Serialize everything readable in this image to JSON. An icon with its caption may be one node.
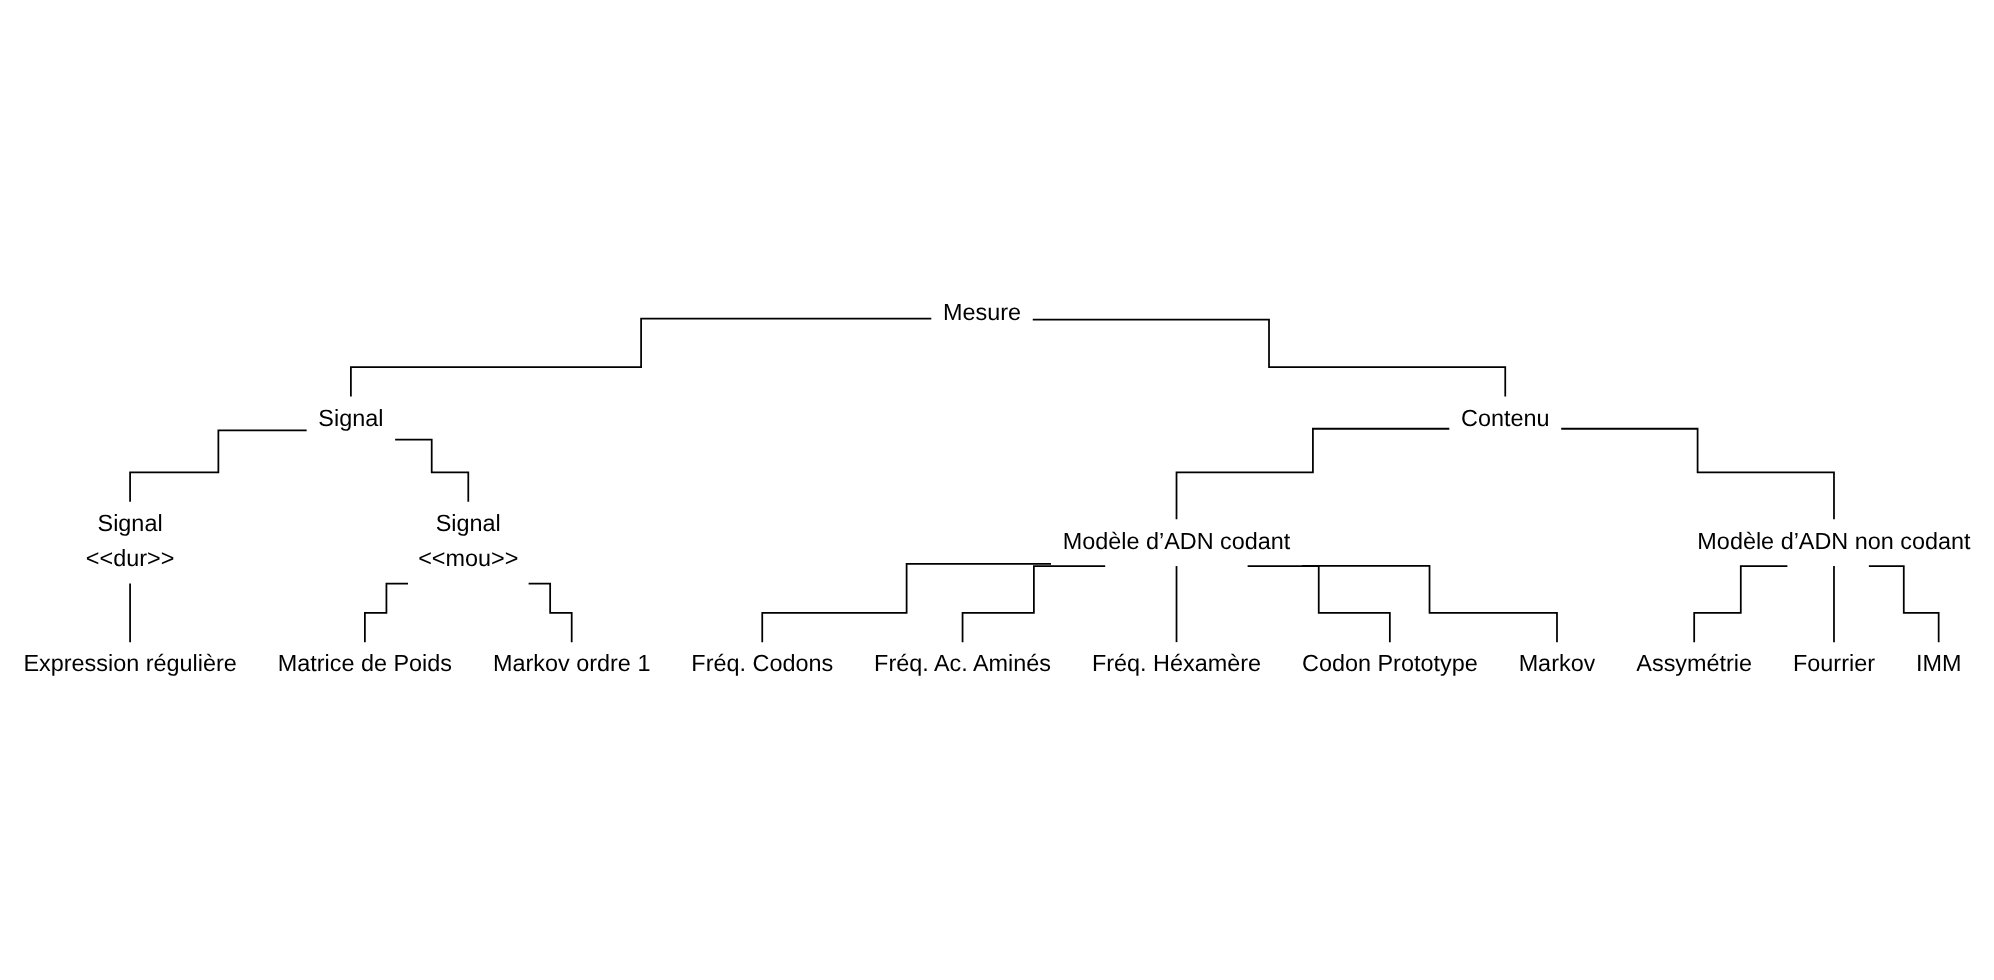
{
  "diagram": {
    "nodes": [
      {
        "text": [
          "Mesure"
        ]
      },
      {
        "text": [
          "Signal"
        ]
      },
      {
        "text": [
          "Contenu"
        ]
      },
      {
        "text": [
          "Signal",
          "<<dur>>"
        ]
      },
      {
        "text": [
          "Signal",
          "<<mou>>"
        ]
      },
      {
        "text": [
          "Modèle d’ADN codant"
        ]
      },
      {
        "text": [
          "Modèle d’ADN non codant"
        ]
      },
      {
        "text": [
          "Expression régulière"
        ]
      },
      {
        "text": [
          "Matrice de Poids"
        ]
      },
      {
        "text": [
          "Markov ordre 1"
        ]
      },
      {
        "text": [
          "Fréq. Codons"
        ]
      },
      {
        "text": [
          "Fréq. Ac. Aminés"
        ]
      },
      {
        "text": [
          "Fréq. Héxamère"
        ]
      },
      {
        "text": [
          "Codon Prototype"
        ]
      },
      {
        "text": [
          "Markov"
        ]
      },
      {
        "text": [
          "Assymétrie"
        ]
      },
      {
        "text": [
          "Fourrier"
        ]
      },
      {
        "text": [
          "IMM"
        ]
      }
    ],
    "edges": [
      {
        "from": 0,
        "to": 1,
        "arrow": "none"
      },
      {
        "from": 0,
        "to": 2,
        "arrow": "none"
      },
      {
        "from": 1,
        "to": 3,
        "arrow": "none"
      },
      {
        "from": 1,
        "to": 4,
        "arrow": "none"
      },
      {
        "from": 2,
        "to": 5,
        "arrow": "none"
      },
      {
        "from": 2,
        "to": 6,
        "arrow": "none"
      },
      {
        "from": 3,
        "to": 7,
        "arrow": "none"
      },
      {
        "from": 4,
        "to": 8,
        "arrow": "none"
      },
      {
        "from": 4,
        "to": 9,
        "arrow": "none"
      },
      {
        "from": 5,
        "to": 10,
        "arrow": "none"
      },
      {
        "from": 5,
        "to": 11,
        "arrow": "none"
      },
      {
        "from": 5,
        "to": 12,
        "arrow": "none"
      },
      {
        "from": 5,
        "to": 13,
        "arrow": "none"
      },
      {
        "from": 5,
        "to": 14,
        "arrow": "none"
      },
      {
        "from": 6,
        "to": 15,
        "arrow": "none"
      },
      {
        "from": 6,
        "to": 16,
        "arrow": "none"
      },
      {
        "from": 6,
        "to": 17,
        "arrow": "none"
      }
    ]
  }
}
